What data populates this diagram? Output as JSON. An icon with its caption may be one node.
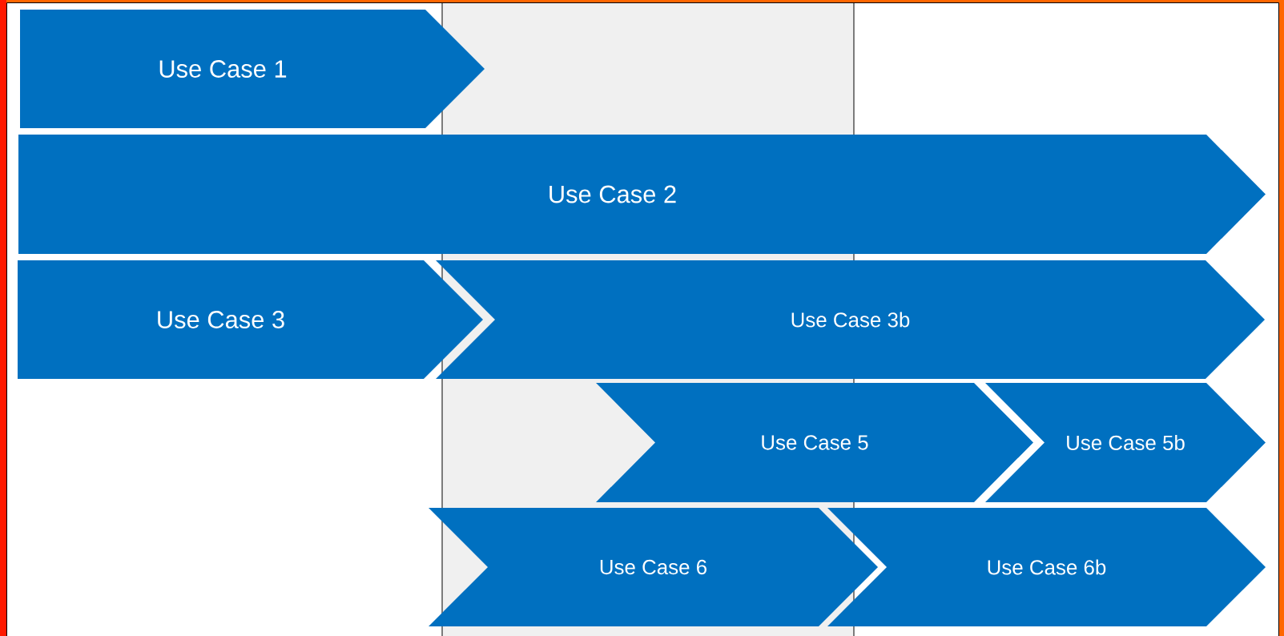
{
  "diagram": {
    "nodes": [
      {
        "text": [
          "Use Case 1"
        ]
      },
      {
        "text": [
          "Use Case 2"
        ]
      },
      {
        "text": [
          "Use Case 3"
        ]
      },
      {
        "text": [
          "Use Case 3b"
        ]
      },
      {
        "text": [
          "Use Case 5"
        ]
      },
      {
        "text": [
          "Use Case 5b"
        ]
      },
      {
        "text": [
          "Use Case 6"
        ]
      },
      {
        "text": [
          "Use Case 6b"
        ]
      }
    ]
  }
}
